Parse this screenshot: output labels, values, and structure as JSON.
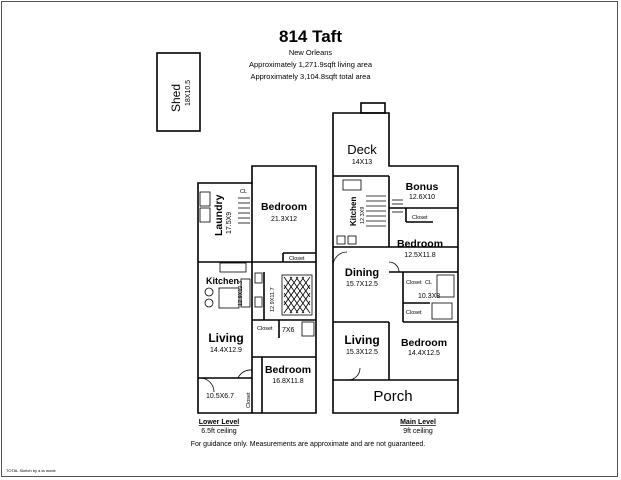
{
  "header": {
    "title": "814 Taft",
    "city": "New Orleans",
    "living_area": "Approximately 1,271.9sqft living area",
    "total_area": "Approximately 3,104.8sqft total area"
  },
  "shed": {
    "name": "Shed",
    "dims": "18X10.5"
  },
  "lower": {
    "laundry": {
      "name": "Laundry",
      "dims": "17.5X9"
    },
    "cl": "CL",
    "bedroom1": {
      "name": "Bedroom",
      "dims": "21.3X12"
    },
    "closet1": "Closet",
    "kitchen": {
      "name": "Kitchen",
      "dims": "12.9X12.3"
    },
    "bath_dims": "12.9X11.7",
    "living": {
      "name": "Living",
      "dims": "14.4X12.9"
    },
    "closet2": "Closet",
    "hall": "7X6",
    "bedroom2": {
      "name": "Bedroom",
      "dims": "16.8X11.8"
    },
    "storage": "10.5X6.7",
    "closet3": "Closet",
    "level_name": "Lower Level",
    "ceiling": "6.5ft ceiling"
  },
  "main": {
    "deck": {
      "name": "Deck",
      "dims": "14X13"
    },
    "kitchen": {
      "name": "Kitchen",
      "dims": "12.3X9"
    },
    "bonus": {
      "name": "Bonus",
      "dims": "12.6X10"
    },
    "closet1": "Closet",
    "bedroom1": {
      "name": "Bedroom",
      "dims": "12.5X11.8"
    },
    "dining": {
      "name": "Dining",
      "dims": "15.7X12.5"
    },
    "closet2": "Closet",
    "cl": "CL",
    "bath_dims": "10.3X8",
    "closet3": "Closet",
    "living": {
      "name": "Living",
      "dims": "15.3X12.5"
    },
    "bedroom2": {
      "name": "Bedroom",
      "dims": "14.4X12.5"
    },
    "porch": "Porch",
    "level_name": "Main Level",
    "ceiling": "9ft ceiling"
  },
  "footer": {
    "disclaimer": "For guidance only. Measurements are approximate and are not guaranteed.",
    "credit": "TOTAL Sketch by a la mode"
  }
}
